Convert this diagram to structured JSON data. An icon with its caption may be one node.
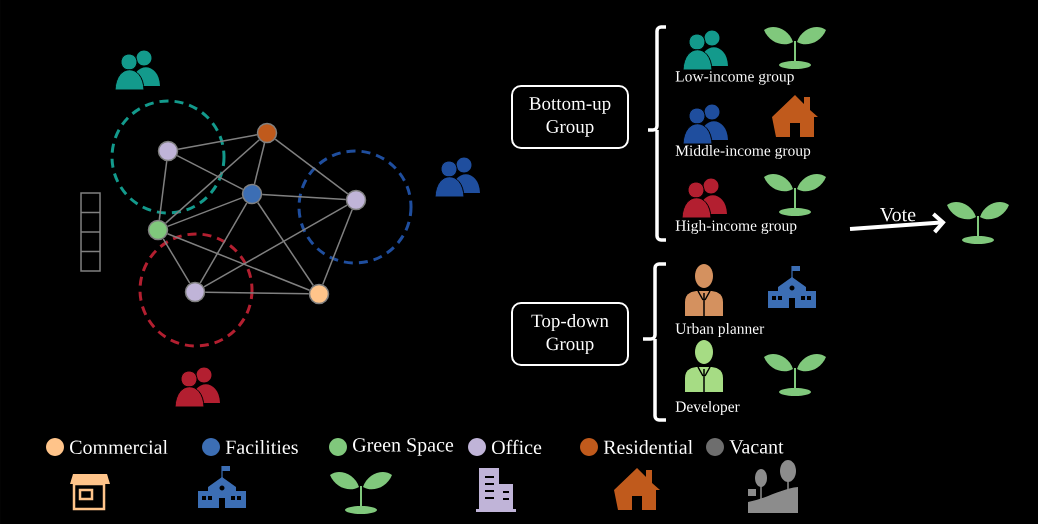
{
  "diagram": {
    "nodes": [
      {
        "text": [],
        "shape": "circle"
      },
      {
        "text": [],
        "shape": "circle"
      },
      {
        "text": [],
        "shape": "circle"
      },
      {
        "text": [],
        "shape": "circle"
      },
      {
        "text": [],
        "shape": "circle"
      },
      {
        "text": [],
        "shape": "circle"
      },
      {
        "text": [],
        "shape": "circle"
      },
      {
        "text": [
          "Bottom-up Group"
        ]
      },
      {
        "text": [
          "Top-down Group"
        ]
      },
      {
        "text": [],
        "shape": "picture"
      }
    ],
    "edges": [
      {
        "from": 0,
        "to": 1,
        "arrow": "none"
      },
      {
        "from": 0,
        "to": 2,
        "arrow": "none"
      },
      {
        "from": 0,
        "to": 4,
        "arrow": "none"
      },
      {
        "from": 1,
        "to": 2,
        "arrow": "none"
      },
      {
        "from": 1,
        "to": 4,
        "arrow": "none"
      },
      {
        "from": 1,
        "to": 3,
        "arrow": "none"
      },
      {
        "from": 2,
        "to": 3,
        "arrow": "none"
      },
      {
        "from": 2,
        "to": 4,
        "arrow": "none"
      },
      {
        "from": 2,
        "to": 5,
        "arrow": "none"
      },
      {
        "from": 2,
        "to": 6,
        "arrow": "none"
      },
      {
        "from": 3,
        "to": 5,
        "arrow": "none"
      },
      {
        "from": 3,
        "to": 6,
        "arrow": "none"
      },
      {
        "from": 4,
        "to": 6,
        "arrow": "none"
      },
      {
        "from": 4,
        "to": 5,
        "arrow": "none"
      },
      {
        "from": 5,
        "to": 6,
        "arrow": "none"
      },
      {
        "from": null,
        "to": 9,
        "arrow": "to",
        "label": "Vote",
        "style": "thick",
        "color": "#ffffff"
      }
    ],
    "labels": [
      "Low-income group",
      "Middle-income group",
      "High-income group",
      "Urban planner",
      "Developer"
    ],
    "legend": [
      {
        "text": "Commercial",
        "color": "#ffc48a"
      },
      {
        "text": "Facilities",
        "color": "#3c6eb4"
      },
      {
        "text": "Green Space",
        "color": "#80c87c"
      },
      {
        "text": "Office",
        "color": "#c0b4d8"
      },
      {
        "text": "Residential",
        "color": "#c05a1c"
      },
      {
        "text": "Vacant",
        "color": "#6e6e6e"
      }
    ]
  }
}
